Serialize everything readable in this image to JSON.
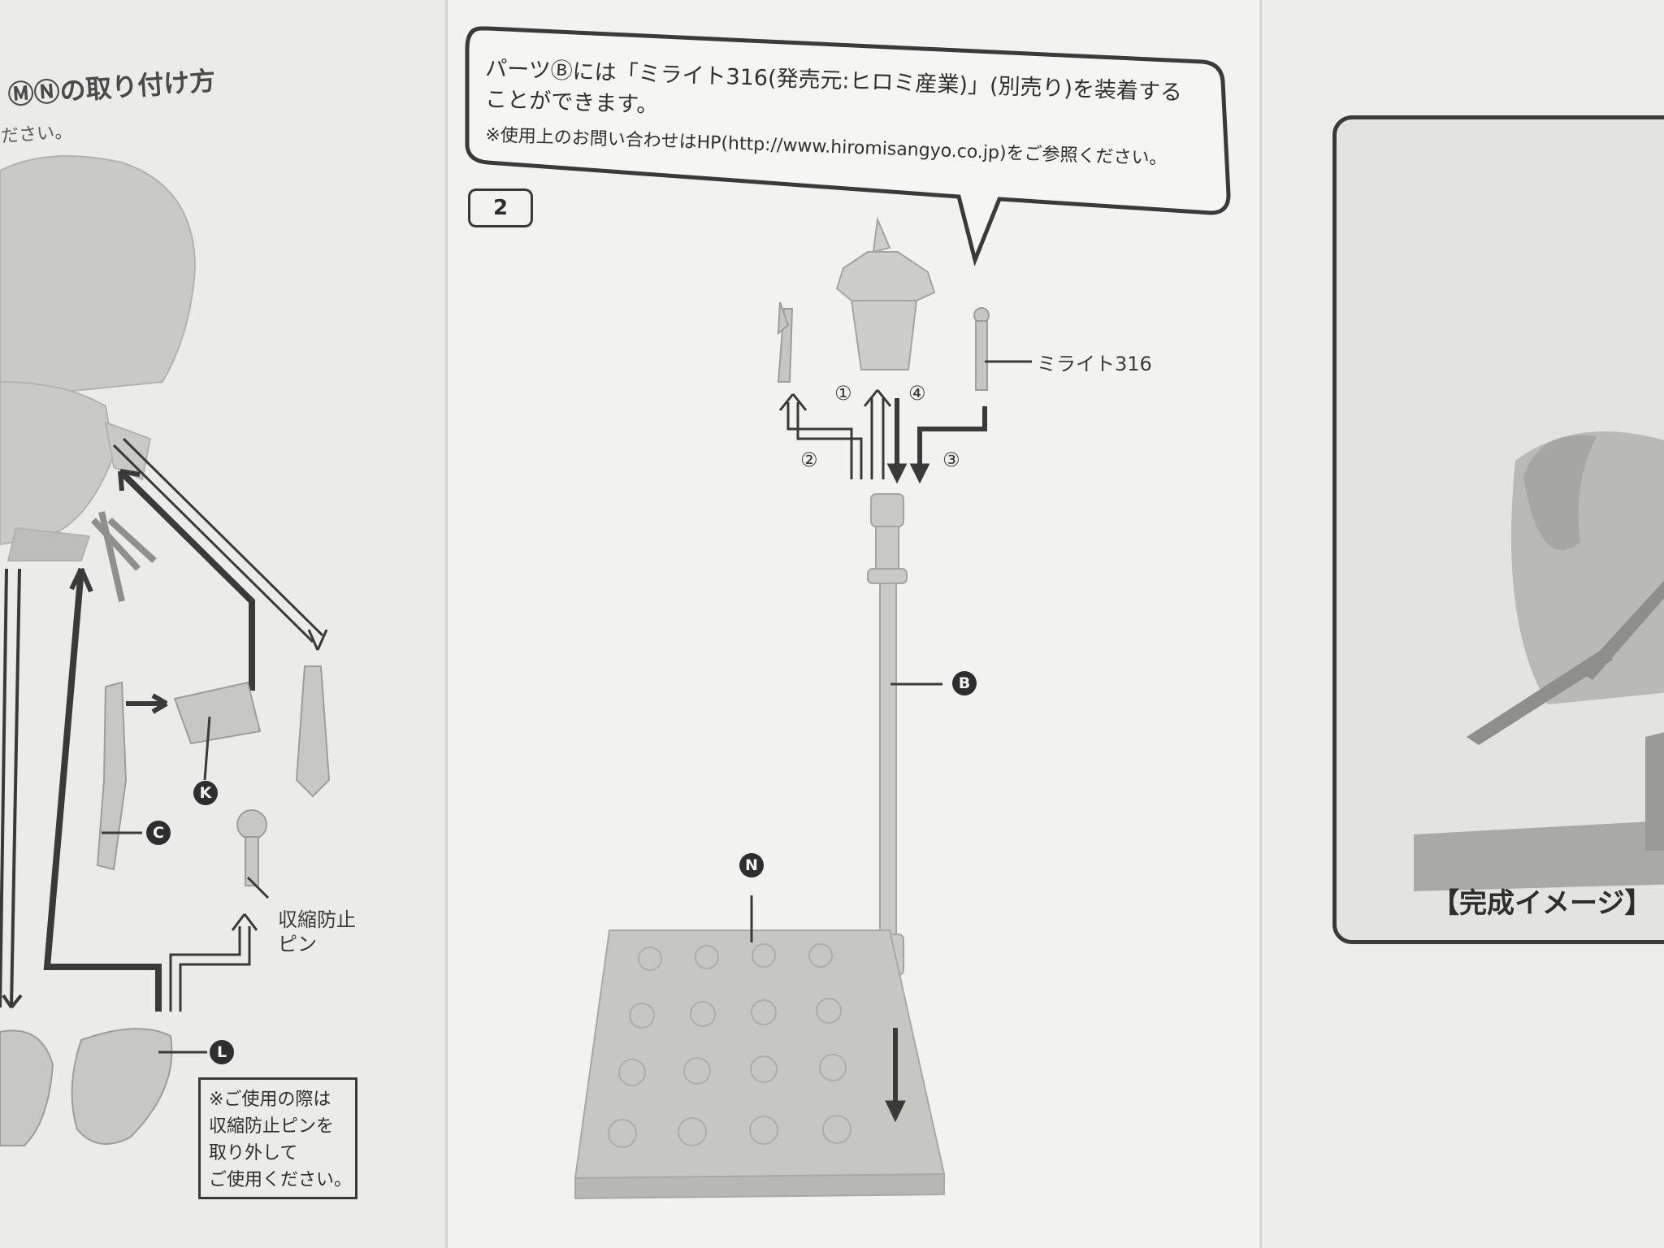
{
  "left_panel": {
    "title": "ⓂⓃの取り付け方",
    "subtitle": "ださい。",
    "labels": {
      "part_c": "C",
      "part_k": "K",
      "part_l": "L",
      "pin": "収縮防止\nピン",
      "pin_line1": "収縮防止",
      "pin_line2": "ピン"
    },
    "note": [
      "※ご使用の際は",
      "収縮防止ピンを",
      "取り外して",
      "ご使用ください。"
    ]
  },
  "middle_panel": {
    "bubble": {
      "line1": "パーツⒷには「ミライト316(発売元:ヒロミ産業)」(別売り)を装着する",
      "line2": "ことができます。",
      "note": "※使用上のお問い合わせはHP(http://www.hiromisangyo.co.jp)をご参照ください。"
    },
    "step_number": "2",
    "labels": {
      "mirite": "ミライト316",
      "part_b": "B",
      "part_n": "N",
      "step1": "①",
      "step2": "②",
      "step3": "③",
      "step4": "④"
    }
  },
  "right_panel": {
    "caption": "【完成イメージ】"
  },
  "colors": {
    "paper": "#eeeeec",
    "ink": "#2e2e2e",
    "part_fill": "#c8c8c5"
  }
}
